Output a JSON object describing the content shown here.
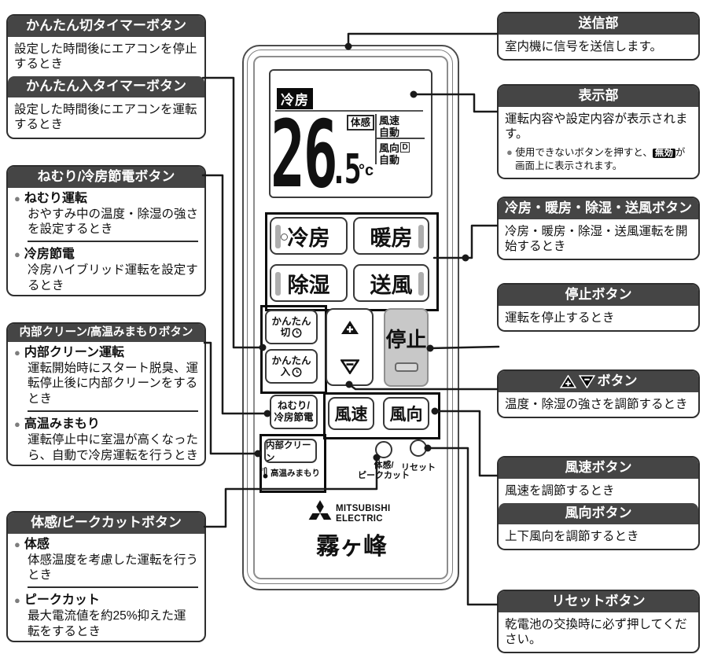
{
  "colors": {
    "header_bg": "#454545",
    "header_text": "#ffffff",
    "connector": "#1a1a1a",
    "stop_button_bg": "#c8c8c8",
    "badge_bg": "#0d0d0d"
  },
  "icons": {
    "bullet": "●",
    "note_bullet": "●"
  },
  "left": {
    "timer_off": {
      "header": "かんたん切タイマーボタン",
      "body": "設定した時間後にエアコンを停止するとき"
    },
    "timer_on": {
      "header": "かんたん入タイマーボタン",
      "body": "設定した時間後にエアコンを運転するとき"
    },
    "sleep": {
      "header": "ねむり/冷房節電ボタン",
      "item1_title": "ねむり運転",
      "item1_body": "おやすみ中の温度・除湿の強さを設定するとき",
      "item2_title": "冷房節電",
      "item2_body": "冷房ハイブリッド運転を設定するとき"
    },
    "clean": {
      "header": "内部クリーン/高温みまもりボタン",
      "item1_title": "内部クリーン運転",
      "item1_body": "運転開始時にスタート脱臭、運転停止後に内部クリーンをするとき",
      "item2_title": "高温みまもり",
      "item2_body": "運転停止中に室温が高くなったら、自動で冷房運転を行うとき"
    },
    "taikan": {
      "header": "体感/ピークカットボタン",
      "item1_title": "体感",
      "item1_body": "体感温度を考慮した運転を行うとき",
      "item2_title": "ピークカット",
      "item2_body": "最大電流値を約25%抑えた運転をするとき"
    }
  },
  "right": {
    "send": {
      "header": "送信部",
      "body": "室内機に信号を送信します。"
    },
    "display": {
      "header": "表示部",
      "body": "運転内容や設定内容が表示されます。",
      "note_pre": "使用できないボタンを押すと、",
      "badge": "無効",
      "note_mid": "が",
      "note_line2": "画面上に表示されます。"
    },
    "modes": {
      "header": "冷房・暖房・除湿・送風ボタン",
      "body": "冷房・暖房・除湿・送風運転を開始するとき"
    },
    "stop": {
      "header": "停止ボタン",
      "body": "運転を停止するとき"
    },
    "updown": {
      "header_suffix": "ボタン",
      "body": "温度・除湿の強さを調節するとき"
    },
    "fan_speed": {
      "header": "風速ボタン",
      "body": "風速を調節するとき"
    },
    "fan_dir": {
      "header": "風向ボタン",
      "body": "上下風向を調節するとき"
    },
    "reset": {
      "header": "リセットボタン",
      "body": "乾電池の交換時に必ず押してください。"
    }
  },
  "remote": {
    "lcd": {
      "mode": "冷房",
      "temp_int": "26",
      "temp_dec": ".5",
      "temp_unit": "°c",
      "taikan": "体感",
      "fan_speed_label": "風速",
      "fan_speed_value": "自動",
      "fan_dir_label": "風向",
      "fan_dir_flag": "D",
      "fan_dir_value": "自動"
    },
    "buttons": {
      "cool": "冷房",
      "heat": "暖房",
      "dry": "除湿",
      "fan": "送風",
      "kantan": "かんたん",
      "off": "切",
      "on": "入",
      "stop": "停止",
      "sleep1": "ねむり/",
      "sleep2": "冷房節電",
      "fan_speed": "風速",
      "fan_dir": "風向",
      "clean": "内部クリーン",
      "watch": "高温みまもり",
      "taikan1": "体感/",
      "taikan2": "ピークカット",
      "reset": "リセット"
    },
    "brand": {
      "name1": "MITSUBISHI",
      "name2": "ELECTRIC",
      "product": "霧ヶ峰"
    }
  }
}
